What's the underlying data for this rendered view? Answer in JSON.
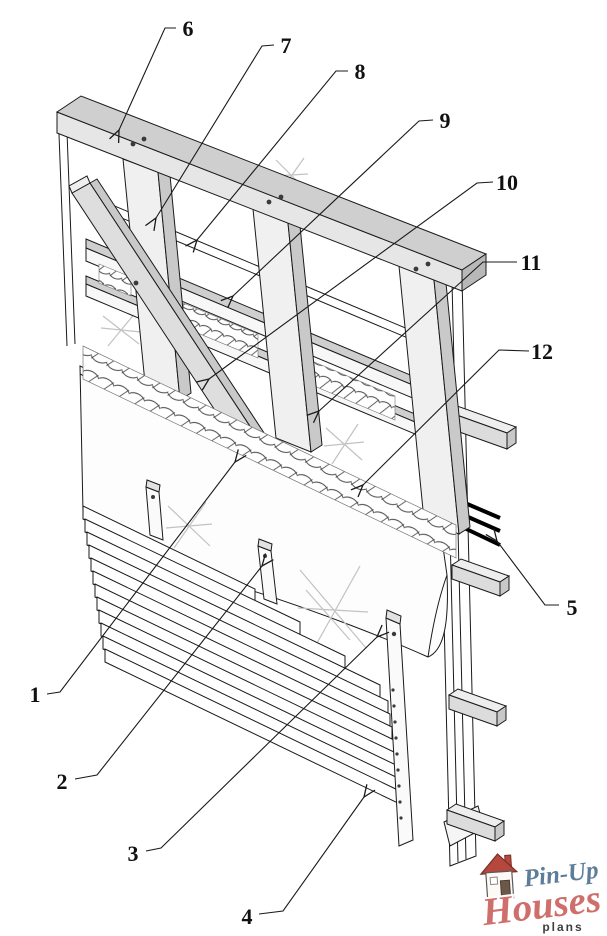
{
  "callouts": [
    {
      "label": "1"
    },
    {
      "label": "2"
    },
    {
      "label": "3"
    },
    {
      "label": "4"
    },
    {
      "label": "5"
    },
    {
      "label": "6"
    },
    {
      "label": "7"
    },
    {
      "label": "8"
    },
    {
      "label": "9"
    },
    {
      "label": "10"
    },
    {
      "label": "11"
    },
    {
      "label": "12"
    }
  ],
  "logo": {
    "brand_top": "Pin-Up",
    "brand_main": "Houses",
    "brand_sub": "plans"
  },
  "colors": {
    "line": "#1a1a1a",
    "wood_top": "#d9d9d9",
    "wood_side": "#c4c4c4",
    "stud_face": "#f0f0f0",
    "brace_face": "#dedede",
    "cable": "#000000",
    "logo_blue": "#5d7d99",
    "logo_red": "#cf6f6c",
    "logo_roof": "#b5473c",
    "logo_sub_color": "#3f3f3f"
  }
}
